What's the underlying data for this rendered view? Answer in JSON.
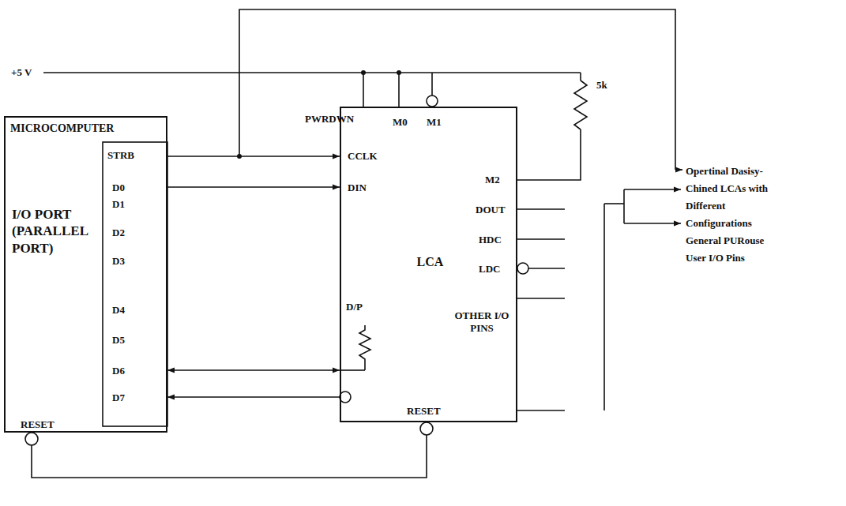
{
  "diagram": {
    "nodes": [
      {
        "text": [
          "MICROCOMPUTER",
          "I/O PORT (PARALLEL PORT)"
        ]
      },
      {
        "text": [
          "LCA"
        ]
      }
    ],
    "edges": [
      {
        "from": 0,
        "to": 1,
        "arrow": "to"
      },
      {
        "from": 0,
        "to": 1,
        "arrow": "to"
      },
      {
        "from": 0,
        "to": 1,
        "arrow": "both"
      },
      {
        "from": 1,
        "to": 0,
        "arrow": "to"
      },
      {
        "from": 0,
        "to": 1,
        "arrow": "none"
      }
    ],
    "labels": [
      "+5 V",
      "STRB",
      "D0",
      "D1",
      "D2",
      "D3",
      "D4",
      "D5",
      "D6",
      "D7",
      "RESET",
      "PWRDWN",
      "M0",
      "M1",
      "CCLK",
      "DIN",
      "M2",
      "DOUT",
      "HDC",
      "LDC",
      "D/P",
      "OTHER I/O PINS",
      "RESET",
      "5k",
      "Opertinal Dasisy-Chined LCAs with Different Configurations General PURouse User I/O Pins"
    ]
  }
}
